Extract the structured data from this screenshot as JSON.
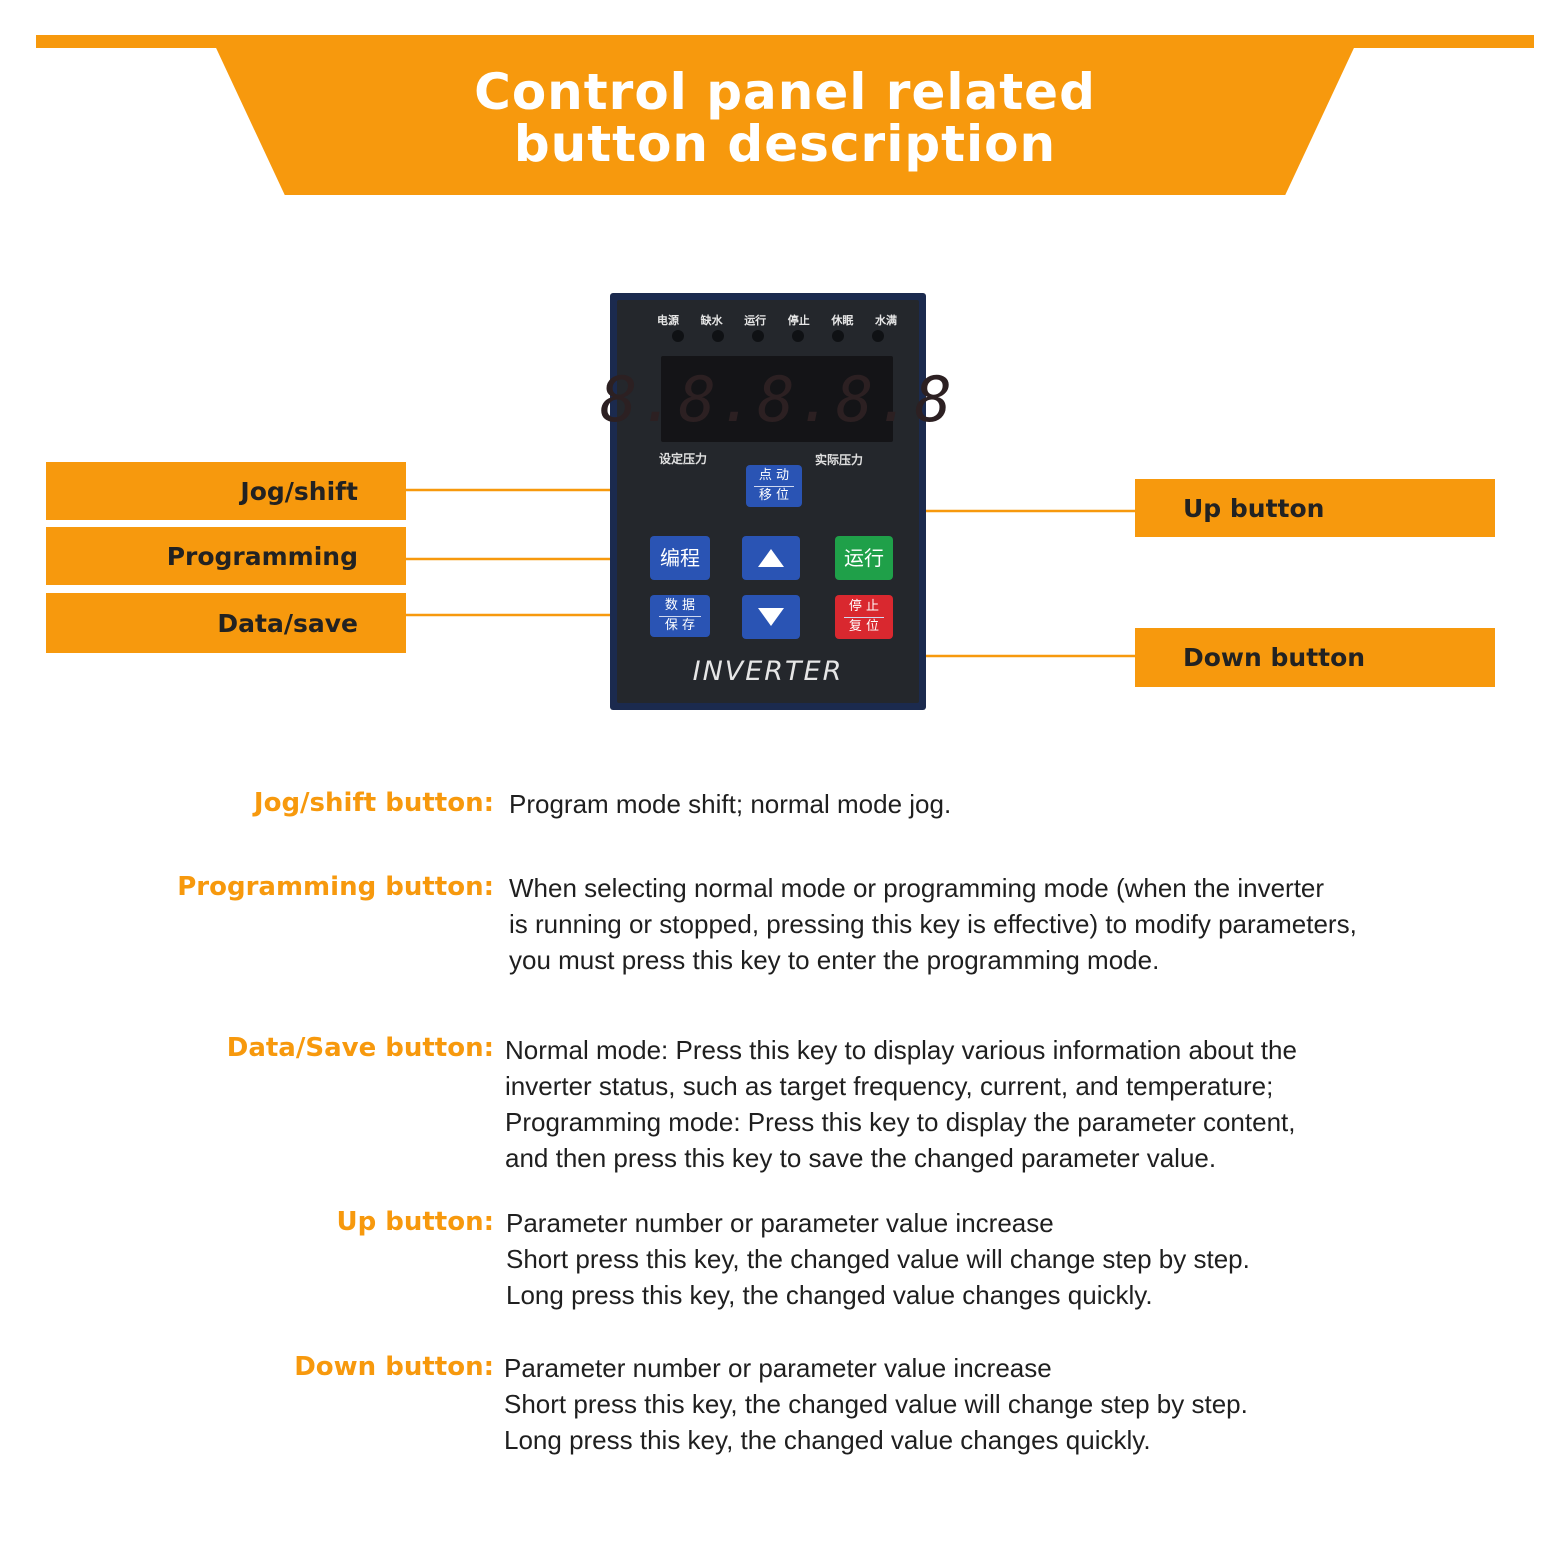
{
  "header": {
    "title_line1": "Control panel related",
    "title_line2": "button description",
    "accent_color": "#f7990d"
  },
  "labels": {
    "jog_shift": "Jog/shift",
    "programming": "Programming",
    "data_save": "Data/save",
    "up": "Up button",
    "down": "Down button"
  },
  "device": {
    "indicators": [
      "电源",
      "缺水",
      "运行",
      "停止",
      "休眠",
      "水满"
    ],
    "display_digits": "8.8.8.8.8",
    "set_pressure": "设定压力",
    "actual_pressure": "实际压力",
    "jog_key": {
      "line1": "点 动",
      "line2": "移 位"
    },
    "program_key": "编程",
    "data_key": {
      "line1": "数 据",
      "line2": "保 存"
    },
    "run_key": "运行",
    "stop_key": {
      "line1": "停 止",
      "line2": "复 位"
    },
    "brand": "INVERTER",
    "colors": {
      "frame": "#1b2a4e",
      "face": "#24272c",
      "blue_key": "#2a54b4",
      "green_key": "#1fa049",
      "red_key": "#d9282f"
    }
  },
  "descriptions": [
    {
      "term": "Jog/shift button:",
      "lines": [
        "Program mode shift; normal mode jog."
      ]
    },
    {
      "term": "Programming button:",
      "lines": [
        "When selecting normal mode or programming mode (when the inverter",
        " is running or stopped, pressing this key is effective) to modify parameters,",
        " you must press this key to enter the programming mode."
      ]
    },
    {
      "term": "Data/Save button:",
      "lines": [
        "Normal mode: Press this key to display various information about the",
        "inverter status, such as target frequency, current, and temperature;",
        "Programming mode: Press this key to display the parameter content,",
        "and then press this key to save the changed parameter value."
      ]
    },
    {
      "term": "Up button:",
      "lines": [
        "Parameter number or parameter value increase",
        "Short press this key, the changed value will change step by step.",
        "Long press this key, the changed value changes quickly."
      ]
    },
    {
      "term": "Down button:",
      "lines": [
        "Parameter number or parameter value increase",
        "Short press this key, the changed value will change step by step.",
        "Long press this key, the changed value changes quickly."
      ]
    }
  ]
}
